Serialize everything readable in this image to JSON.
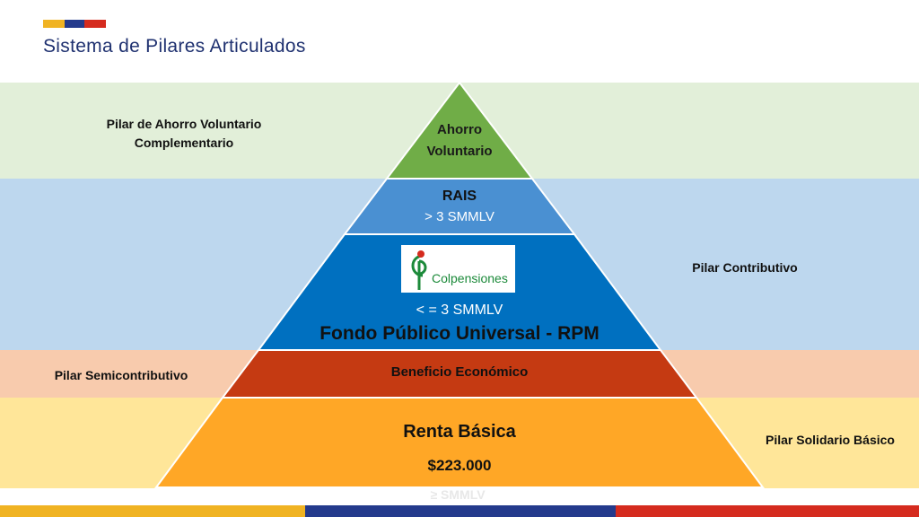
{
  "header": {
    "title": "Sistema de Pilares Articulados"
  },
  "pillars": {
    "voluntario": "Pilar de Ahorro Voluntario\nComplementario",
    "contributivo": "Pilar Contributivo",
    "semicontributivo": "Pilar Semicontributivo",
    "solidario": "Pilar Solidario Básico"
  },
  "pyramid": {
    "top_line1": "Ahorro",
    "top_line2": "Voluntario",
    "rais_title": "RAIS",
    "rais_sub": "> 3 SMMLV",
    "logo_text": "Colpensiones",
    "rpm_sub": "< = 3 SMMLV",
    "rpm_title": "Fondo Público Universal - RPM",
    "beps": "Beneficio Económico",
    "base_title": "Renta Básica",
    "base_value": "$223.000",
    "faded_note": "≥ SMMLV"
  },
  "colors": {
    "top": "#70ad47",
    "rais": "#4a90d2",
    "rpm": "#0070c0",
    "beps": "#c53a12",
    "base": "#ffa726"
  }
}
